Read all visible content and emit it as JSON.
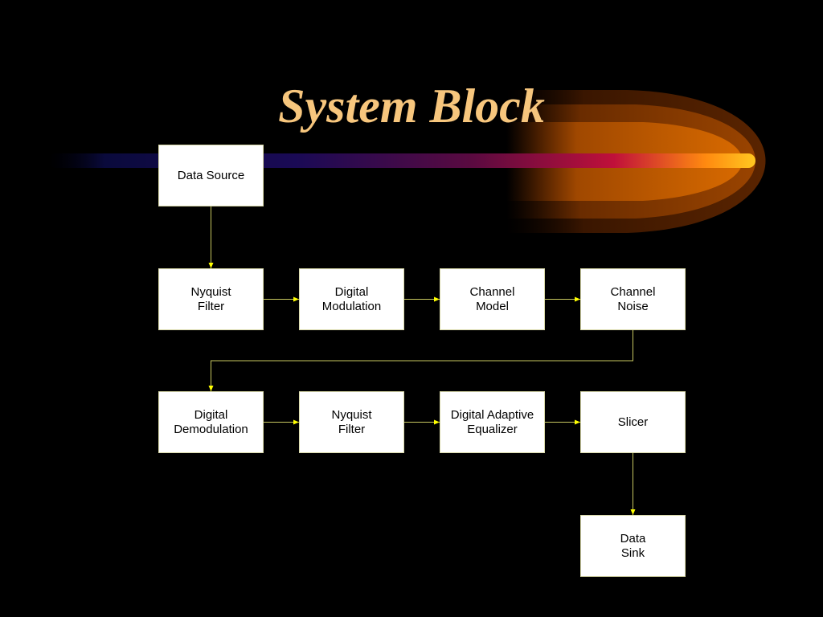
{
  "slide": {
    "title": "System Block"
  },
  "colors": {
    "background": "#000000",
    "title": "#f7c67d",
    "connector": "#c8c860",
    "arrowhead": "#ffff00",
    "block_fill": "#ffffff",
    "block_text": "#000000"
  },
  "diagram": {
    "blocks": [
      {
        "id": "data-source",
        "lines": [
          "Data Source"
        ]
      },
      {
        "id": "nyquist-filter-tx",
        "lines": [
          "Nyquist",
          "Filter"
        ]
      },
      {
        "id": "digital-modulation",
        "lines": [
          "Digital",
          "Modulation"
        ]
      },
      {
        "id": "channel-model",
        "lines": [
          "Channel",
          "Model"
        ]
      },
      {
        "id": "channel-noise",
        "lines": [
          "Channel",
          "Noise"
        ]
      },
      {
        "id": "digital-demodulation",
        "lines": [
          "Digital",
          "Demodulation"
        ]
      },
      {
        "id": "nyquist-filter-rx",
        "lines": [
          "Nyquist",
          "Filter"
        ]
      },
      {
        "id": "digital-adaptive-equalizer",
        "lines": [
          "Digital Adaptive",
          "Equalizer"
        ]
      },
      {
        "id": "slicer",
        "lines": [
          "Slicer"
        ]
      },
      {
        "id": "data-sink",
        "lines": [
          "Data",
          "Sink"
        ]
      }
    ],
    "connections": [
      {
        "from": "data-source",
        "to": "nyquist-filter-tx"
      },
      {
        "from": "nyquist-filter-tx",
        "to": "digital-modulation"
      },
      {
        "from": "digital-modulation",
        "to": "channel-model"
      },
      {
        "from": "channel-model",
        "to": "channel-noise"
      },
      {
        "from": "channel-noise",
        "to": "digital-demodulation"
      },
      {
        "from": "digital-demodulation",
        "to": "nyquist-filter-rx"
      },
      {
        "from": "nyquist-filter-rx",
        "to": "digital-adaptive-equalizer"
      },
      {
        "from": "digital-adaptive-equalizer",
        "to": "slicer"
      },
      {
        "from": "slicer",
        "to": "data-sink"
      }
    ]
  }
}
